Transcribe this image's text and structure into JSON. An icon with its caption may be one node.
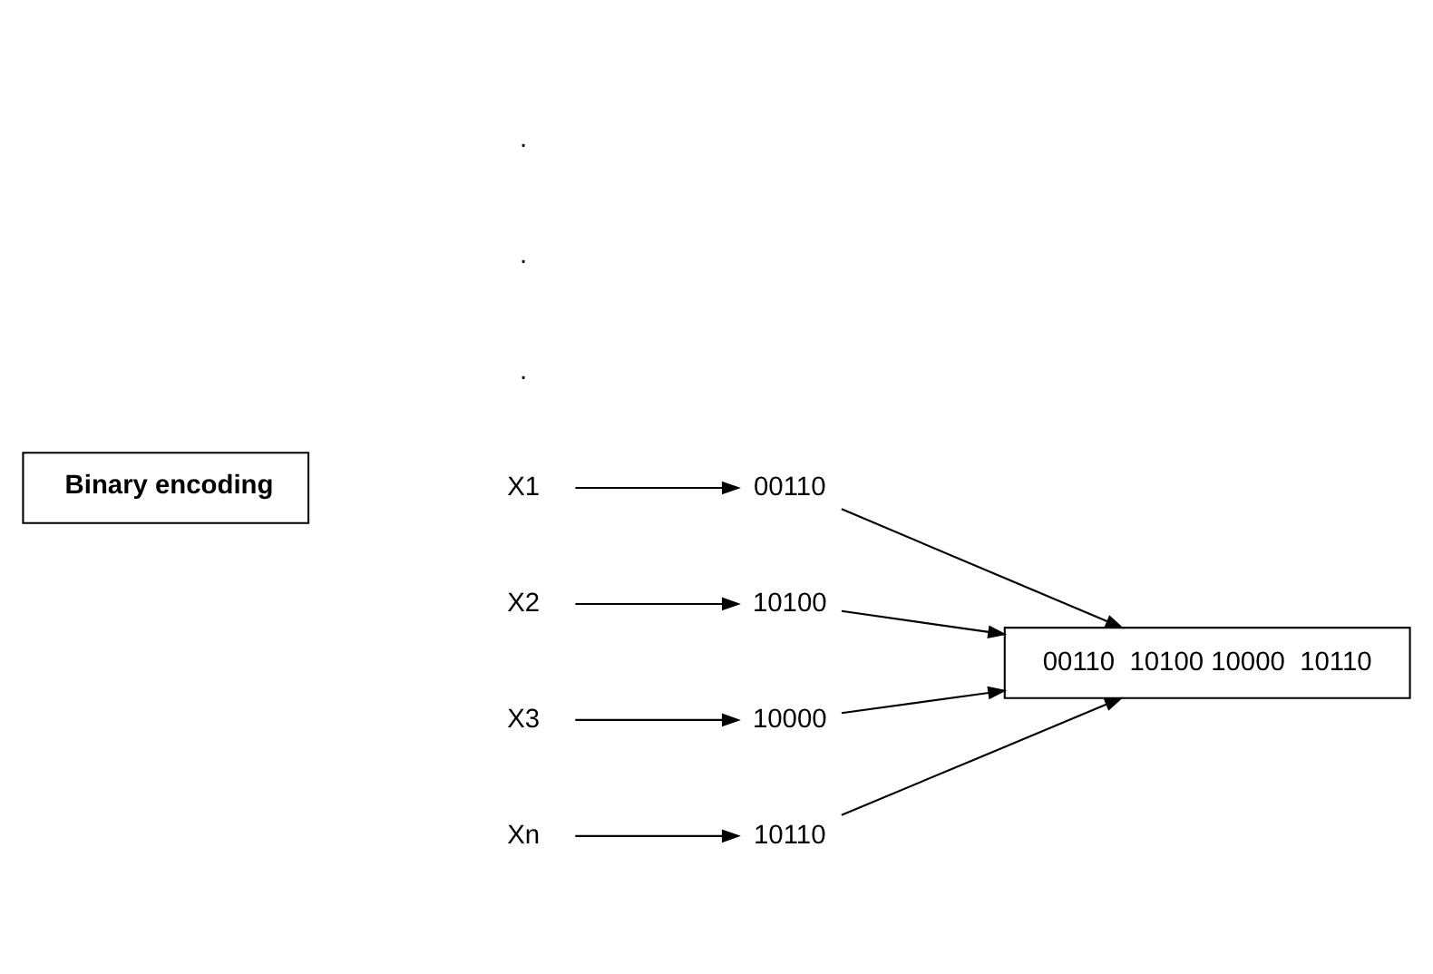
{
  "diagram": {
    "nodes": [
      {
        "text": [
          "Binary encoding"
        ]
      },
      {
        "text": [
          "X1"
        ]
      },
      {
        "text": [
          "00110"
        ]
      },
      {
        "text": [
          "X2"
        ]
      },
      {
        "text": [
          "10100"
        ]
      },
      {
        "text": [
          "X3"
        ]
      },
      {
        "text": [
          "10000"
        ]
      },
      {
        "text": [
          "Xn"
        ]
      },
      {
        "text": [
          "10110"
        ]
      },
      {
        "text": [
          "00110  10100 10000  10110"
        ]
      }
    ],
    "edges": [
      {
        "from": 1,
        "to": 2,
        "arrow": "to"
      },
      {
        "from": 3,
        "to": 4,
        "arrow": "to"
      },
      {
        "from": 5,
        "to": 6,
        "arrow": "to"
      },
      {
        "from": 7,
        "to": 8,
        "arrow": "to"
      },
      {
        "from": 2,
        "to": 9,
        "arrow": "to"
      },
      {
        "from": 4,
        "to": 9,
        "arrow": "to"
      },
      {
        "from": 6,
        "to": 9,
        "arrow": "to"
      },
      {
        "from": 8,
        "to": 9,
        "arrow": "to"
      }
    ],
    "labels": [
      ".",
      ".",
      "."
    ]
  }
}
